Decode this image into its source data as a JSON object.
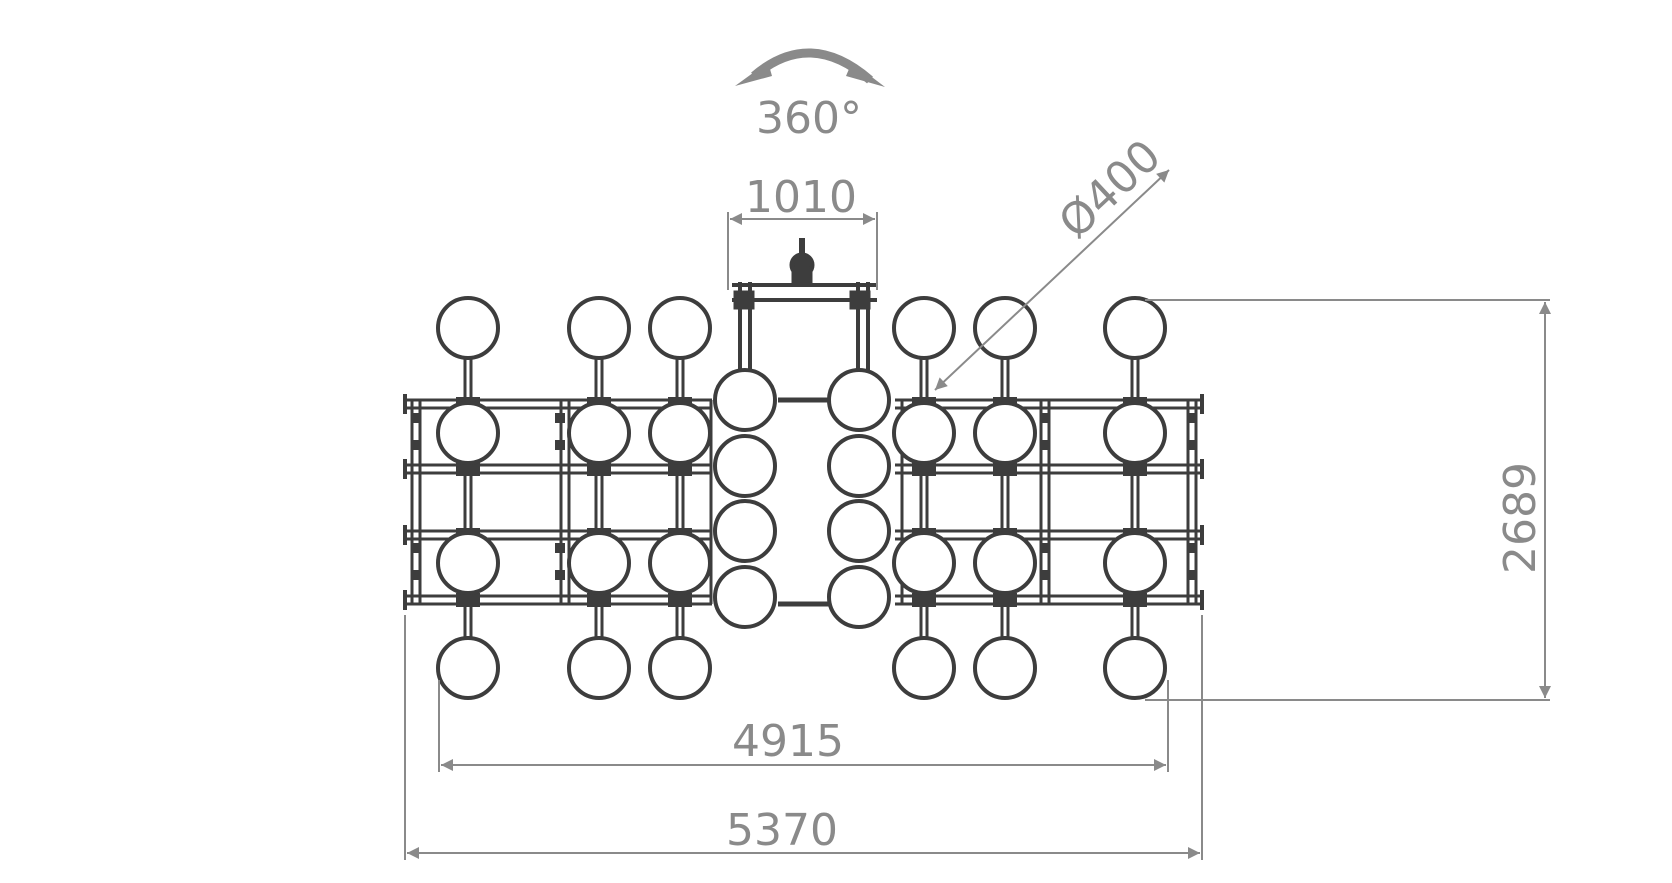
{
  "labels": {
    "rotation": "360°",
    "width_top": "1010",
    "diameter": "Ø400",
    "depth": "2689",
    "width_wheels": "4915",
    "width_total": "5370"
  },
  "colors": {
    "structure": "#3d3d3d",
    "dimension": "#8a8a8a",
    "background": "#ffffff"
  },
  "icons": {
    "rotation": "curved-double-arrow-icon"
  }
}
